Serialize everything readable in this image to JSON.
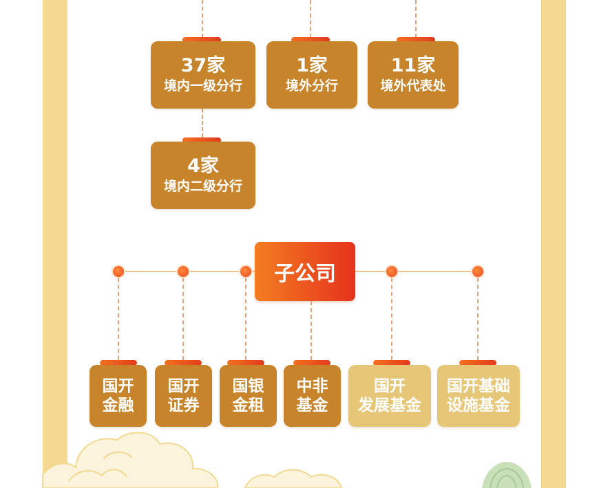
{
  "branches": [
    {
      "count": "37家",
      "label": "境内一级分行"
    },
    {
      "count": "1家",
      "label": "境外分行"
    },
    {
      "count": "11家",
      "label": "境外代表处"
    },
    {
      "count": "4家",
      "label": "境内二级分行"
    }
  ],
  "subsidiaries": {
    "title": "子公司",
    "items": [
      {
        "line1": "国开",
        "line2": "金融"
      },
      {
        "line1": "国开",
        "line2": "证券"
      },
      {
        "line1": "国银",
        "line2": "金租"
      },
      {
        "line1": "中非",
        "line2": "基金"
      },
      {
        "line1": "国开",
        "line2": "发展基金"
      },
      {
        "line1": "国开基础",
        "line2": "设施基金"
      }
    ]
  },
  "colors": {
    "frame": "#f2d98f",
    "box": "#c8842a",
    "box_light": "#e6c777",
    "accent": "#e6321c"
  }
}
